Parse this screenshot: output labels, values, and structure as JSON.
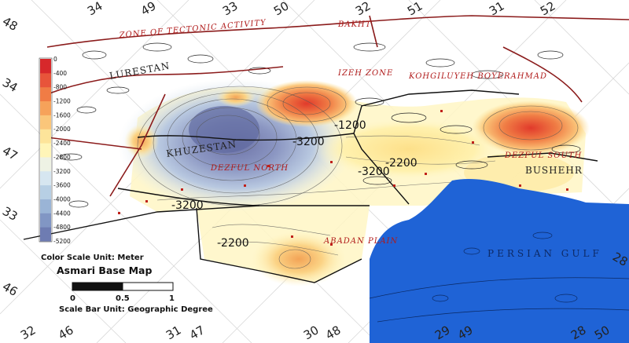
{
  "title": "Asmari Base Map",
  "color_scale_note": "Color Scale Unit: Meter",
  "scale_bar_note": "Scale Bar Unit: Geographic Degree",
  "scale_bar": {
    "labels": [
      "0",
      "0.5",
      "1"
    ]
  },
  "color_scale": {
    "stops": [
      "0",
      "-400",
      "-800",
      "-1200",
      "-1600",
      "-2000",
      "-2400",
      "-2800",
      "-3200",
      "-3600",
      "-4000",
      "-4400",
      "-4800",
      "-5200"
    ],
    "colors": [
      "#d7282b",
      "#e8543a",
      "#f07c45",
      "#f6a25a",
      "#fac67a",
      "#fde49a",
      "#fff5b8",
      "#eef2e4",
      "#d6e6f0",
      "#b7cfe4",
      "#9ab4d6",
      "#8196c4",
      "#6e7cb2",
      "#5f68a0"
    ]
  },
  "regions": {
    "tectonic_zone": "ZONE OF TECTONIC ACTIVITY",
    "lurestan": "LURESTAN",
    "khuzestan": "KHUZESTAN",
    "dezful_north": "DEZFUL NORTH",
    "dezful_south": "DEZFUL SOUTH",
    "bushehr": "BUSHEHR",
    "izeh_zone": "IZEH ZONE",
    "kohgiluyeh": "KOHGILUYEH BOYERAHMAD",
    "abadan_plain": "ABADAN PLAIN",
    "persian_gulf": "PERSIAN GULF",
    "bakhtiari": "BAKHT"
  },
  "contour_labels": {
    "c1": "-1200",
    "c2": "-3200",
    "c3": "-2200",
    "c4": "-3200",
    "c5": "-3200",
    "c6": "-2200"
  },
  "ticks": {
    "top": [
      "34",
      "49",
      "33",
      "50",
      "32",
      "51",
      "31",
      "52"
    ],
    "bottom": [
      "32",
      "46",
      "31",
      "47",
      "30",
      "48",
      "29",
      "49",
      "28",
      "50"
    ],
    "left": [
      "48",
      "34",
      "47",
      "33",
      "46"
    ],
    "right": [
      "28"
    ]
  },
  "colors": {
    "ocean": "#1f63d6",
    "fault": "#8b1b1b",
    "boundary": "#111111"
  }
}
